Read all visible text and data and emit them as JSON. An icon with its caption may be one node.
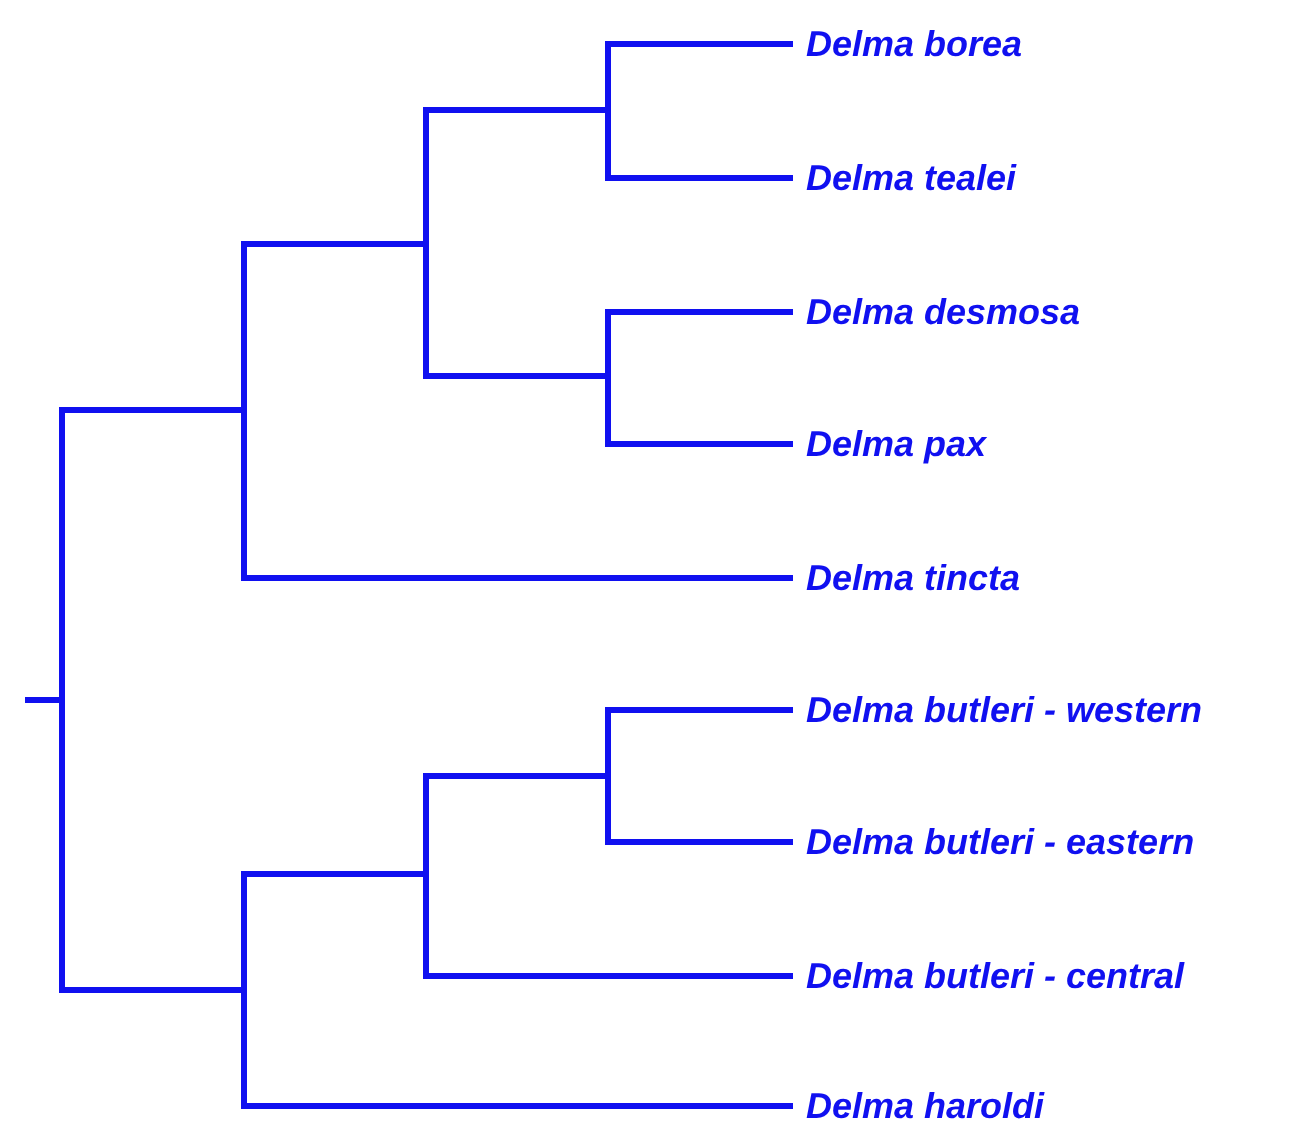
{
  "diagram": {
    "labels": [
      "Delma borea",
      "Delma tealei",
      "Delma desmosa",
      "Delma pax",
      "Delma tincta",
      "Delma butleri - western",
      "Delma butleri - eastern",
      "Delma butleri - central",
      "Delma haroldi"
    ]
  }
}
